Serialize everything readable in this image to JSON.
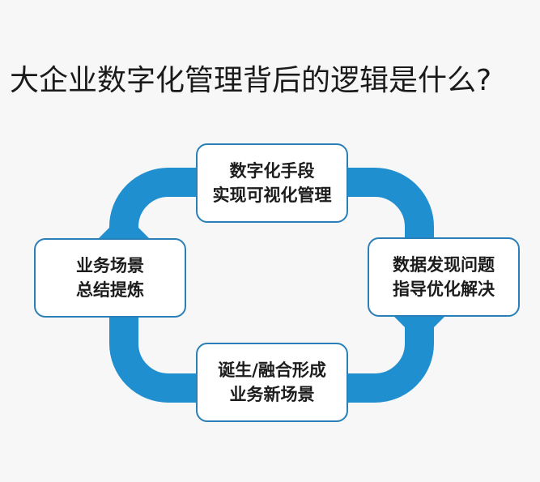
{
  "title": "大企业数字化管理背后的逻辑是什么?",
  "colors": {
    "loop": "#1f8fd0",
    "node_border": "#2a7fb8",
    "node_fill": "#ffffff",
    "background": "#f7f7f7"
  },
  "nodes": {
    "top": {
      "line1": "数字化手段",
      "line2": "实现可视化管理"
    },
    "right": {
      "line1": "数据发现问题",
      "line2": "指导优化解决"
    },
    "bottom": {
      "line1": "诞生/融合形成",
      "line2": "业务新场景"
    },
    "left": {
      "line1": "业务场景",
      "line2": "总结提炼"
    }
  }
}
